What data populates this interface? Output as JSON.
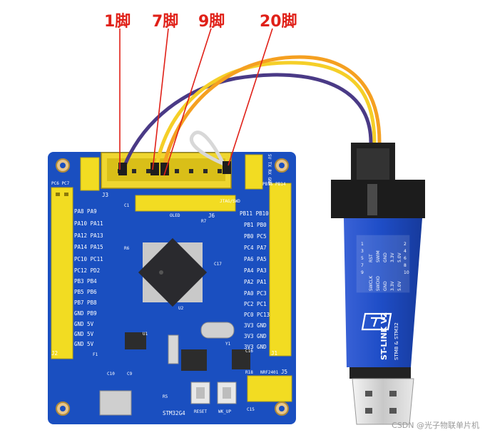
{
  "pin_labels": [
    "1脚",
    "7脚",
    "9脚",
    "20脚"
  ],
  "board": {
    "header_left_top": [
      "PC6 PC7",
      "PA8 PA9",
      "PA10 PA11",
      "PA12 PA13",
      "PA14 PA15",
      "PC10 PC11",
      "PC12 PD2",
      "PB3 PB4",
      "PB5 PB6",
      "PB7 PB8",
      "GND PB9",
      "GND 5V",
      "GND 5V",
      "GND 5V"
    ],
    "header_right": [
      "PB11 PB10",
      "PB1 PB0",
      "PB0 PC5",
      "PC4 PA7",
      "PA6 PA5",
      "PA4 PA3",
      "PA2 PA1",
      "PA0 PC3",
      "PC2 PC1",
      "PC0 PC13",
      "3V3 GND",
      "3V3 GND",
      "3V3 GND"
    ],
    "labels": {
      "j3": "J3",
      "c1": "C1",
      "oled": "OLED",
      "j6": "J6",
      "jtag": "JTAG/SWD",
      "serial": "5V TX RX GND",
      "pb15": "PB15 PB14",
      "j2": "J2",
      "j1": "J1",
      "j5": "J5",
      "nrf": "NRF2401",
      "mcu": "STM32G4",
      "reset": "RESET",
      "wkup": "WK_UP",
      "u1": "U1",
      "u2": "U2",
      "y1": "Y1",
      "f1": "F1",
      "c17": "C17",
      "c15": "C15",
      "c16": "C16",
      "r18": "R18",
      "r5": "R5",
      "r6": "R6",
      "r7": "R7",
      "c10": "C10",
      "c9": "C9"
    }
  },
  "stlink": {
    "pins_left": [
      "RST",
      "SWIM",
      "GND",
      "3.3V",
      "5.0V"
    ],
    "pins_mid": [
      "SWCLK",
      "SWDIO",
      "GND",
      "3.3V",
      "5.0V"
    ],
    "pins_num_left": [
      "1",
      "3",
      "5",
      "7",
      "9"
    ],
    "pins_num_right": [
      "2",
      "4",
      "6",
      "8",
      "10"
    ],
    "name": "ST-LINK V2",
    "sub": "STM8 & STM32"
  },
  "watermark": "CSDN @光子物联单片机",
  "colors": {
    "pcb": "#1a4fc0",
    "header_yellow": "#f2dc22",
    "label_red": "#e02018",
    "stlink_blue": "#1f4ec8",
    "wire_orange": "#f5a021",
    "wire_yellow": "#f5cf28",
    "wire_purple": "#4a3a86",
    "wire_white": "#d8d8d8"
  }
}
